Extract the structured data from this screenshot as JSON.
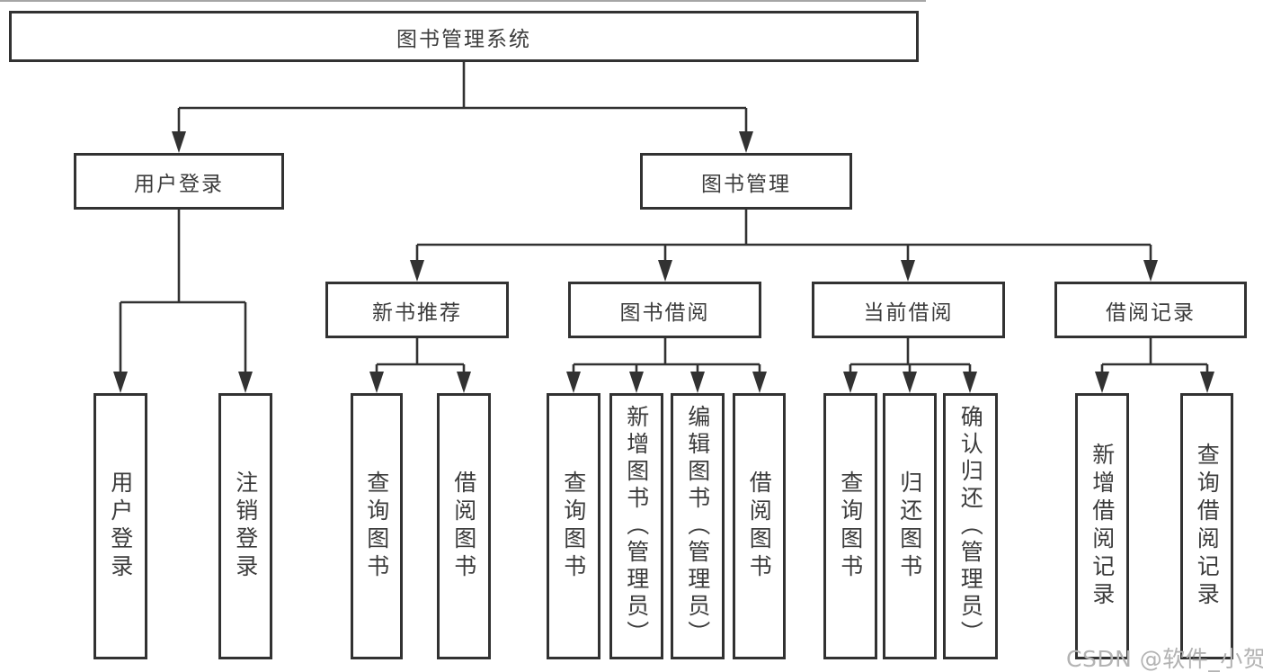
{
  "diagram": {
    "root": {
      "label": "图书管理系统"
    },
    "branches": [
      {
        "label": "用户登录",
        "children": [
          {
            "label": "用户登录"
          },
          {
            "label": "注销登录"
          }
        ]
      },
      {
        "label": "图书管理",
        "children": [
          {
            "label": "新书推荐",
            "children": [
              {
                "label": "查询图书"
              },
              {
                "label": "借阅图书"
              }
            ]
          },
          {
            "label": "图书借阅",
            "children": [
              {
                "label": "查询图书"
              },
              {
                "label": "新增图书（管理员）"
              },
              {
                "label": "编辑图书（管理员）"
              },
              {
                "label": "借阅图书"
              }
            ]
          },
          {
            "label": "当前借阅",
            "children": [
              {
                "label": "查询图书"
              },
              {
                "label": "归还图书"
              },
              {
                "label": "确认归还（管理员）"
              }
            ]
          },
          {
            "label": "借阅记录",
            "children": [
              {
                "label": "新增借阅记录"
              },
              {
                "label": "查询借阅记录"
              }
            ]
          }
        ]
      }
    ]
  },
  "watermark": {
    "text": "CSDN @软件_小贺同学"
  },
  "colors": {
    "line": "#323232",
    "text": "#3c3c3c",
    "watermark": "#b3b3b3",
    "background": "#ffffff"
  }
}
